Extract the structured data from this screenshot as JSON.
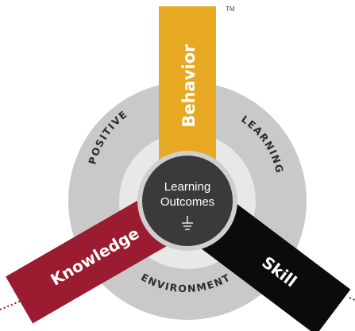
{
  "trademark": "TM",
  "center": {
    "line1": "Learning",
    "line2": "Outcomes",
    "icon": "ground-symbol-icon"
  },
  "ring_labels": {
    "positive": "POSITIVE",
    "learning": "LEARNING",
    "environment": "ENVIRONMENT"
  },
  "bars": {
    "behavior": "Behavior",
    "knowledge": "Knowledge",
    "skill": "Skill"
  },
  "colors": {
    "behavior": "#E8A922",
    "knowledge": "#9B1B30",
    "skill": "#0B0B0B",
    "ring": "#C9C9C9",
    "ring_inner": "#E8E8E8",
    "hub": "#3A3A3A",
    "dotted_line": "#9B1B30"
  }
}
